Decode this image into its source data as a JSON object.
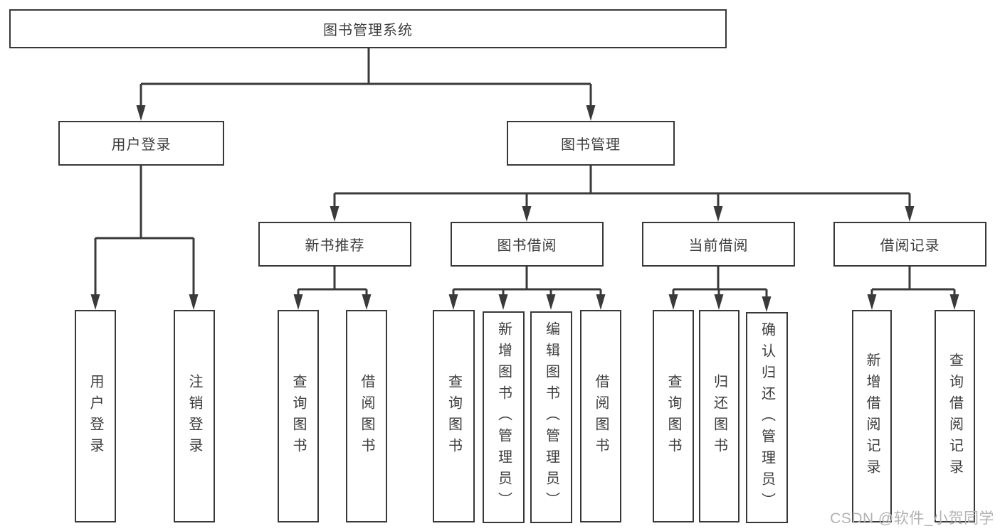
{
  "diagram": {
    "root": {
      "label": "图书管理系统"
    },
    "groups": [
      {
        "label": "用户登录",
        "children": [
          {
            "label": "用户登录"
          },
          {
            "label": "注销登录"
          }
        ]
      },
      {
        "label": "图书管理",
        "sections": [
          {
            "label": "新书推荐",
            "children": [
              {
                "label": "查询图书"
              },
              {
                "label": "借阅图书"
              }
            ]
          },
          {
            "label": "图书借阅",
            "children": [
              {
                "label": "查询图书"
              },
              {
                "label": "新增图书（管理员）"
              },
              {
                "label": "编辑图书（管理员）"
              },
              {
                "label": "借阅图书"
              }
            ]
          },
          {
            "label": "当前借阅",
            "children": [
              {
                "label": "查询图书"
              },
              {
                "label": "归还图书"
              },
              {
                "label": "确认归还（管理员）"
              }
            ]
          },
          {
            "label": "借阅记录",
            "children": [
              {
                "label": "新增借阅记录"
              },
              {
                "label": "查询借阅记录"
              }
            ]
          }
        ]
      }
    ]
  },
  "watermark": {
    "text": "CSDN @软件_小贺同学"
  },
  "colors": {
    "line": "#3a3a3a",
    "text": "#3d3d3d",
    "watermark": "#b3b3b3",
    "background": "#ffffff"
  }
}
